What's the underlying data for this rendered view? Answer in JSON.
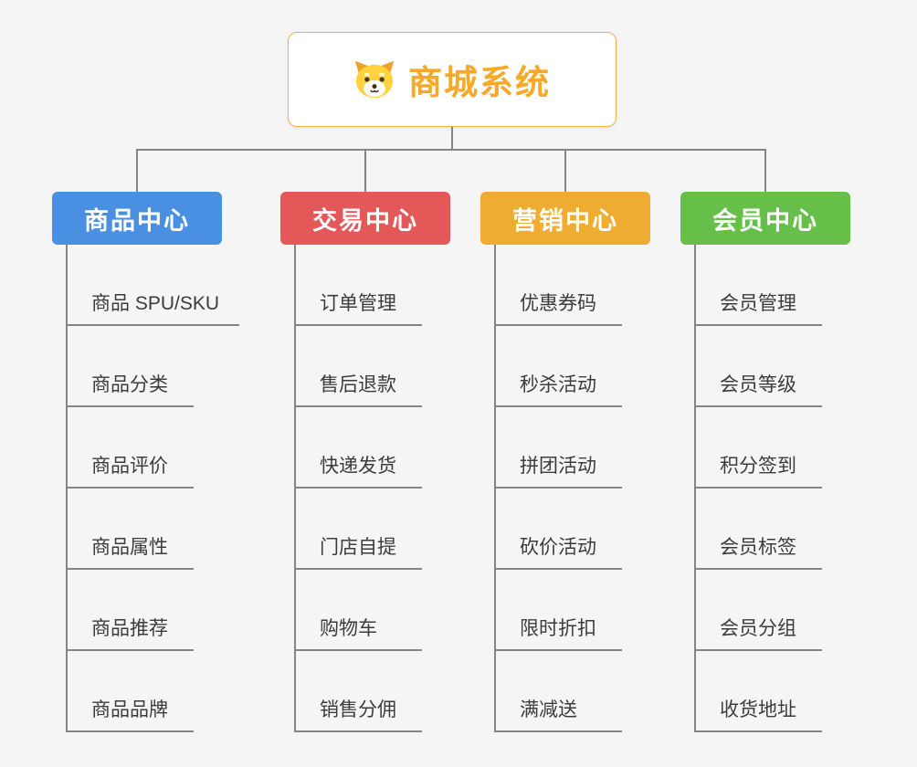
{
  "background_color": "#f5f5f5",
  "connector_color": "#858585",
  "root": {
    "title": "商城系统",
    "title_color": "#f7a827",
    "icon": "dog-icon",
    "border_color": "#f3b14a"
  },
  "branches": [
    {
      "label": "商品中心",
      "color": "#4a90e2",
      "items": [
        "商品 SPU/SKU",
        "商品分类",
        "商品评价",
        "商品属性",
        "商品推荐",
        "商品品牌"
      ]
    },
    {
      "label": "交易中心",
      "color": "#e45858",
      "items": [
        "订单管理",
        "售后退款",
        "快递发货",
        "门店自提",
        "购物车",
        "销售分佣"
      ]
    },
    {
      "label": "营销中心",
      "color": "#efac33",
      "items": [
        "优惠券码",
        "秒杀活动",
        "拼团活动",
        "砍价活动",
        "限时折扣",
        "满减送"
      ]
    },
    {
      "label": "会员中心",
      "color": "#66bf49",
      "items": [
        "会员管理",
        "会员等级",
        "积分签到",
        "会员标签",
        "会员分组",
        "收货地址"
      ]
    }
  ]
}
